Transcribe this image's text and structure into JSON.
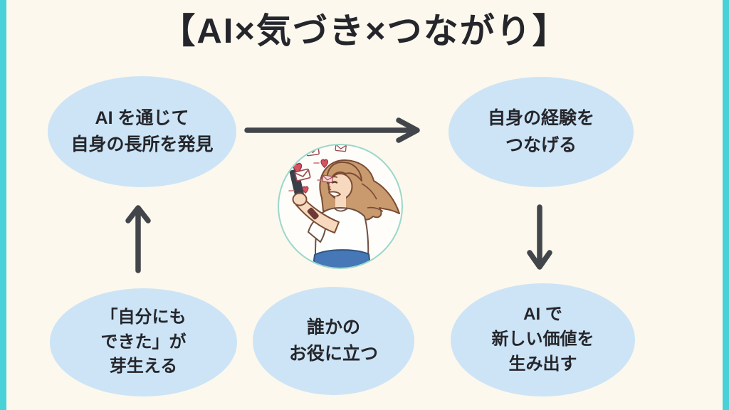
{
  "title": {
    "text": "【AI×気づき×つながり】"
  },
  "nodes": {
    "top_left": {
      "lines": [
        "AI を通じて",
        "自身の長所を発見"
      ]
    },
    "top_right": {
      "lines": [
        "自身の経験を",
        "つなげる"
      ]
    },
    "bottom_left": {
      "lines": [
        "「自分にも",
        "できた」が",
        "芽生える"
      ]
    },
    "bottom_center": {
      "lines": [
        "誰かの",
        "お役に立つ"
      ]
    },
    "bottom_right": {
      "lines": [
        "AI で",
        "新しい価値を",
        "生み出す"
      ]
    }
  },
  "arrows": [
    {
      "from": "top_left",
      "to": "top_right",
      "direction": "right"
    },
    {
      "from": "bottom_left",
      "to": "top_left",
      "direction": "up"
    },
    {
      "from": "top_right",
      "to": "bottom_right",
      "direction": "down"
    }
  ],
  "illustration": {
    "description": "woman holding phone sending hearts and mail"
  },
  "colors": {
    "background": "#FCF8ED",
    "side_strip": "#48D2D8",
    "node_fill": "#CCE4F6",
    "text": "#25262B",
    "arrow": "#42464B",
    "circle_border": "#9BD8CA"
  }
}
